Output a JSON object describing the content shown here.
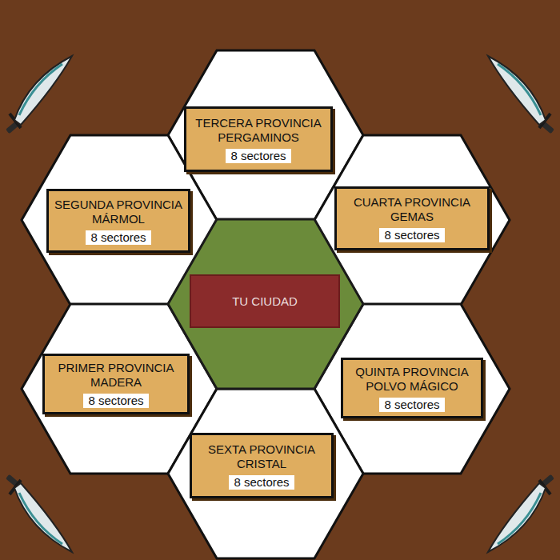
{
  "diagram": {
    "nodes": [
      {
        "text": [
          "TERCERA PROVINCIA PERGAMINOS",
          "8 sectores"
        ]
      },
      {
        "text": [
          "SEGUNDA PROVINCIA MÁRMOL",
          "8 sectores"
        ]
      },
      {
        "text": [
          "CUARTA PROVINCIA GEMAS",
          "8 sectores"
        ]
      },
      {
        "text": [
          "TU CIUDAD"
        ]
      },
      {
        "text": [
          "PRIMER PROVINCIA MADERA",
          "8 sectores"
        ]
      },
      {
        "text": [
          "QUINTA PROVINCIA POLVO MÁGICO",
          "8 sectores"
        ]
      },
      {
        "text": [
          "SEXTA PROVINCIA CRISTAL",
          "8 sectores"
        ]
      }
    ]
  }
}
